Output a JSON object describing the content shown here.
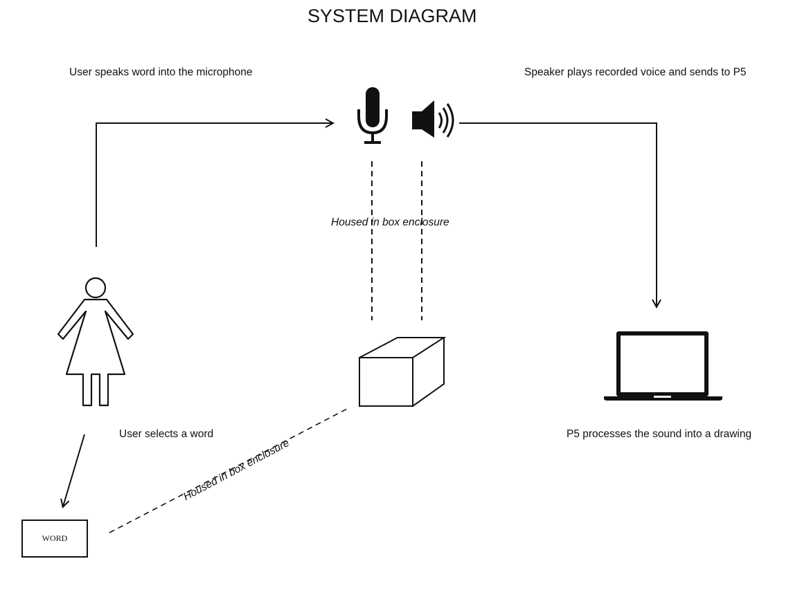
{
  "title": "SYSTEM DIAGRAM",
  "labels": {
    "user_speaks": "User speaks word into the microphone",
    "speaker_plays": "Speaker plays recorded voice and sends to P5",
    "housed_center": "Housed in box enclosure",
    "housed_diagonal": "Housed in box enclosure",
    "user_selects": "User selects a word",
    "p5_processes": "P5 processes the sound into a drawing"
  },
  "word_card": {
    "label": "WORD"
  },
  "icons": {
    "microphone": "microphone-icon",
    "speaker": "speaker-icon",
    "person": "person-icon",
    "box": "box-enclosure-icon",
    "laptop": "laptop-icon"
  },
  "colors": {
    "stroke": "#111111",
    "background": "#ffffff"
  }
}
